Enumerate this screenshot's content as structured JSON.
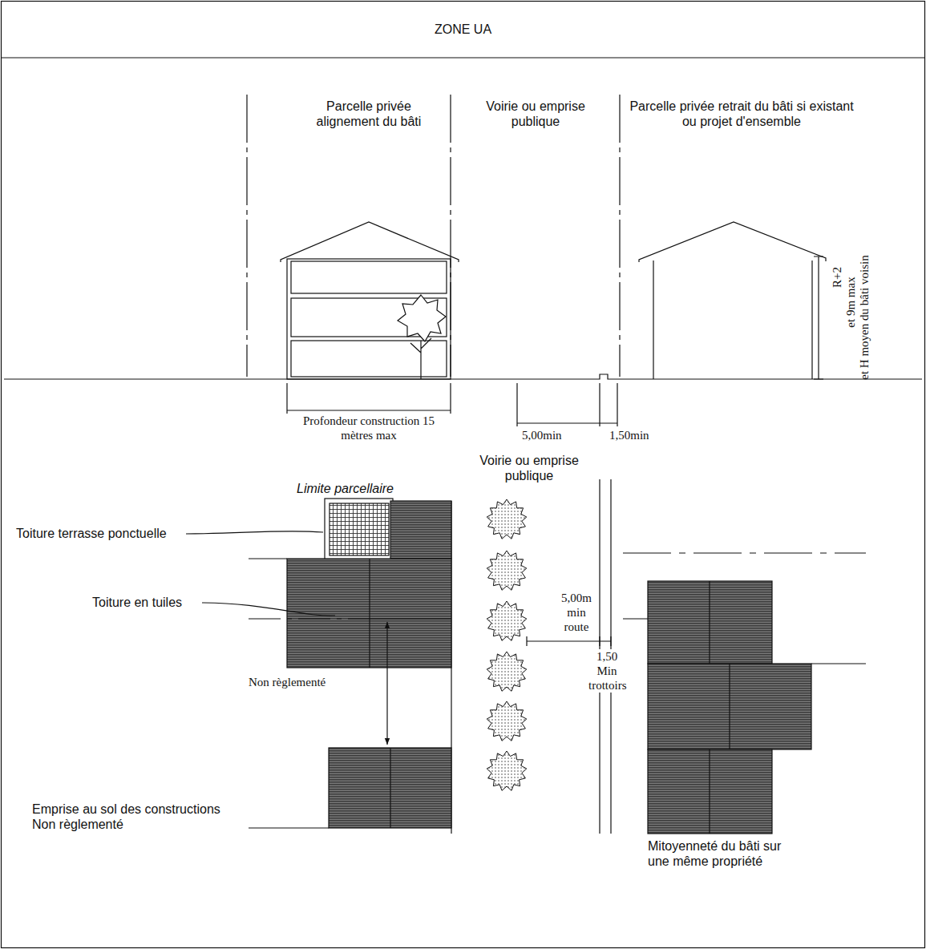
{
  "diagram": {
    "title": "ZONE UA",
    "labels": [
      "Parcelle privée alignement du bâti",
      "Voirie ou emprise publique",
      "Parcelle privée retrait du bâti si existant ou projet d'ensemble",
      "R+2",
      "et 9m max",
      "et H moyen du bâti voisin",
      "Profondeur construction 15 mètres max",
      "5,00min",
      "1,50min",
      "Voirie ou emprise publique",
      "Limite parcellaire",
      "Toiture terrasse ponctuelle",
      "Toiture en tuiles",
      "5,00m min route",
      "1,50 Min trottoirs",
      "Non règlementé",
      "Emprise au sol des constructions Non règlementé",
      "Mitoyenneté du bâti sur une même propriété"
    ]
  }
}
